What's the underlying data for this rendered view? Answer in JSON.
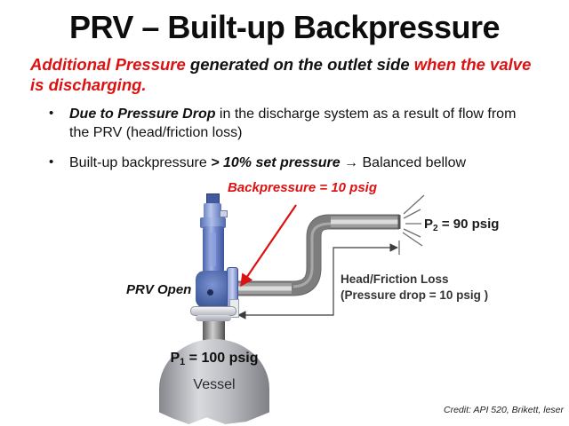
{
  "slide": {
    "title": "PRV – Built-up Backpressure",
    "subtitle": {
      "part1_red": "Additional Pressure",
      "part2_black": " generated on the outlet side ",
      "part3_red": "when the valve is discharging."
    },
    "bullets": [
      {
        "marker": "•",
        "lead_em": "Due to Pressure Drop",
        "rest": " in the discharge system as a result of flow from the PRV (head/friction loss)"
      },
      {
        "marker": "•",
        "pre": "Built-up backpressure ",
        "mid_em": "> 10% set pressure",
        "arrow": " → ",
        "post": "Balanced bellow"
      }
    ],
    "diagram": {
      "backpressure_label": "Backpressure = 10 psig",
      "prv_open_label": "PRV Open",
      "p2": {
        "base": "P",
        "sub": "2",
        "rest": " = 90 psig"
      },
      "p1": {
        "base": "P",
        "sub": "1",
        "rest": " = 100 psig"
      },
      "head_friction": {
        "line1": "Head/Friction Loss",
        "line2": "(Pressure drop = 10 psig )"
      },
      "vessel_label": "Vessel"
    },
    "credit": "Credit: API 520, Brikett, leser",
    "colors": {
      "accent_red": "#dd1111",
      "dim_line": "#3c3c3c",
      "pipe_dark": "#6b6b6b",
      "pipe_mid": "#9e9e9e",
      "pipe_light": "#dcdcdc",
      "bend_gray": "#7d7d7d",
      "ray_gray": "#6f6f6f"
    }
  }
}
